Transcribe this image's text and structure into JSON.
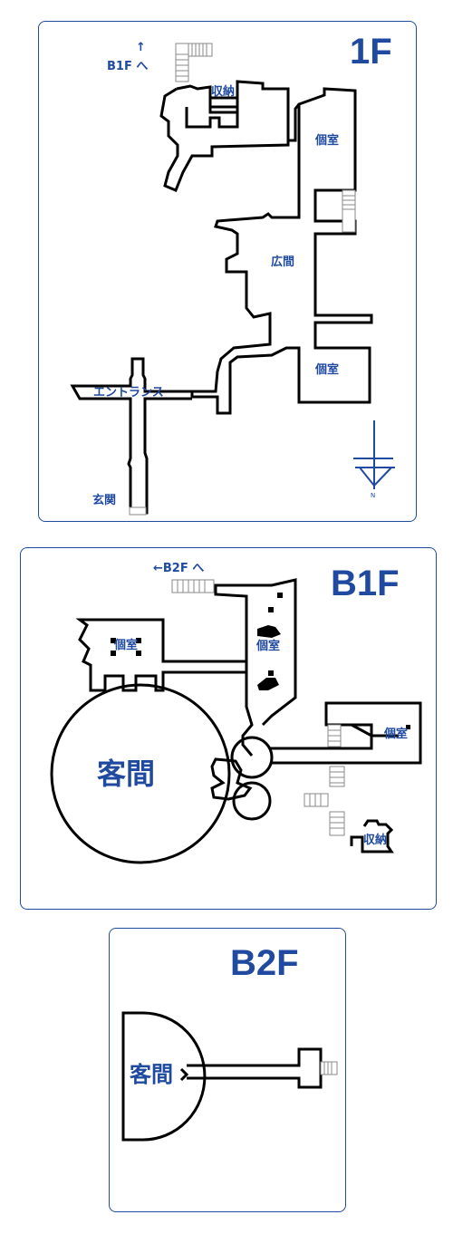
{
  "floors": {
    "f1": {
      "title": "1F",
      "rooms": {
        "storage": "収納",
        "private_upper": "個室",
        "hall": "広間",
        "private_lower": "個室",
        "entrance_hall": "エントランス",
        "front_door": "玄関"
      },
      "stairs_label": "B1F へ",
      "stairs_arrow": "↑",
      "compass_label": "N"
    },
    "b1": {
      "title": "B1F",
      "stairs_label": "←B2F へ",
      "rooms": {
        "private_left": "個室",
        "private_center": "個室",
        "private_right": "個室",
        "guest_room": "客間",
        "storage": "収納"
      }
    },
    "b2": {
      "title": "B2F",
      "rooms": {
        "guest_room": "客間"
      }
    }
  },
  "colors": {
    "accent": "#1f4aa0",
    "wall": "#000000",
    "stairs": "#8a8a8a"
  }
}
